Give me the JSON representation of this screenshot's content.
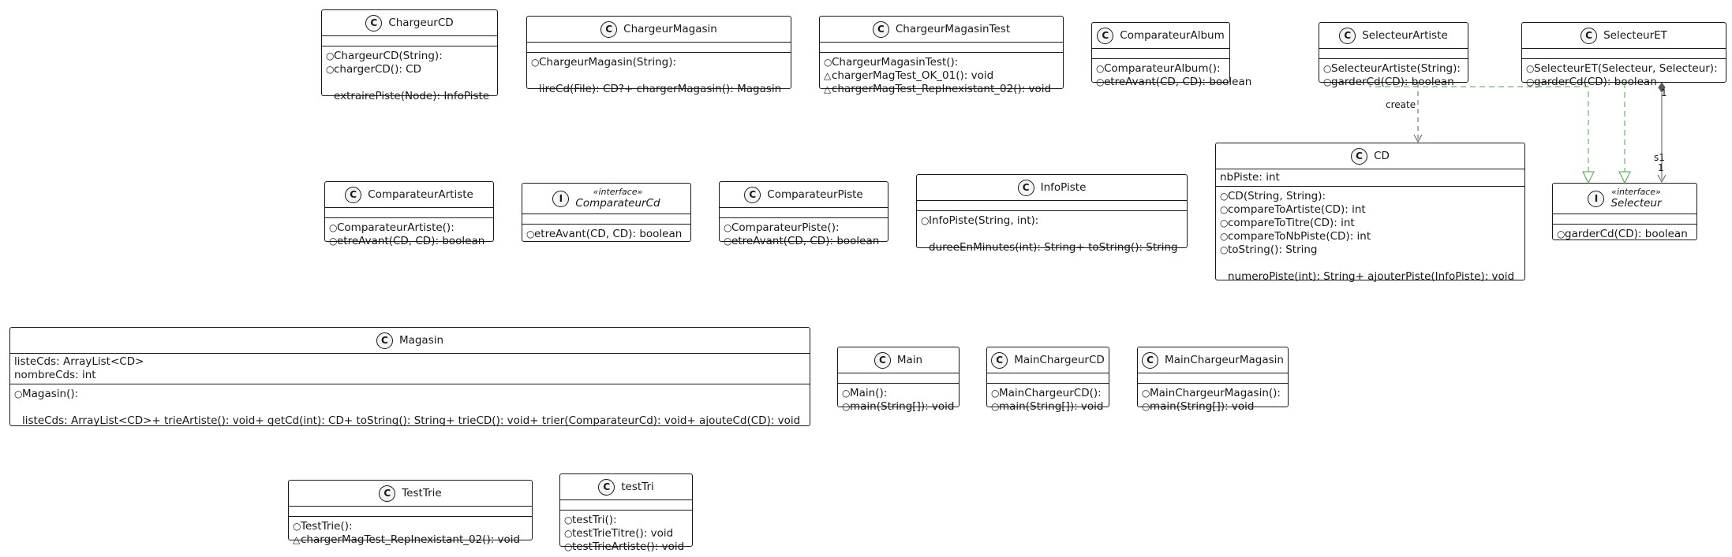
{
  "classes": {
    "chargeurCD": {
      "name": "ChargeurCD",
      "badge": "C",
      "methods": [
        {
          "vis": "○",
          "text": "ChargeurCD(String):"
        },
        {
          "vis": "○",
          "text": "chargerCD(): CD"
        },
        {
          "vis": "",
          "text": ""
        },
        {
          "vis": "",
          "text": "extrairePiste(Node): InfoPiste"
        }
      ]
    },
    "chargeurMagasin": {
      "name": "ChargeurMagasin",
      "badge": "C",
      "methods": [
        {
          "vis": "○",
          "text": "ChargeurMagasin(String):"
        },
        {
          "vis": "",
          "text": ""
        },
        {
          "vis": "",
          "text": "lireCd(File): CD?+ chargerMagasin(): Magasin"
        }
      ]
    },
    "chargeurMagasinTest": {
      "name": "ChargeurMagasinTest",
      "badge": "C",
      "methods": [
        {
          "vis": "○",
          "text": "ChargeurMagasinTest():"
        },
        {
          "vis": "△",
          "text": "chargerMagTest_OK_01(): void"
        },
        {
          "vis": "△",
          "text": "chargerMagTest_RepInexistant_02(): void"
        }
      ]
    },
    "comparateurAlbum": {
      "name": "ComparateurAlbum",
      "badge": "C",
      "methods": [
        {
          "vis": "○",
          "text": "ComparateurAlbum():"
        },
        {
          "vis": "○",
          "text": "etreAvant(CD, CD): boolean"
        }
      ]
    },
    "selecteurArtiste": {
      "name": "SelecteurArtiste",
      "badge": "C",
      "methods": [
        {
          "vis": "○",
          "text": "SelecteurArtiste(String):"
        },
        {
          "vis": "○",
          "text": "garderCd(CD): boolean"
        }
      ]
    },
    "selecteurET": {
      "name": "SelecteurET",
      "badge": "C",
      "methods": [
        {
          "vis": "○",
          "text": "SelecteurET(Selecteur, Selecteur):"
        },
        {
          "vis": "○",
          "text": "garderCd(CD): boolean"
        }
      ]
    },
    "cd": {
      "name": "CD",
      "badge": "C",
      "fields": [
        "nbPiste: int"
      ],
      "methods": [
        {
          "vis": "○",
          "text": "CD(String, String):"
        },
        {
          "vis": "○",
          "text": "compareToArtiste(CD): int"
        },
        {
          "vis": "○",
          "text": "compareToTitre(CD): int"
        },
        {
          "vis": "○",
          "text": "compareToNbPiste(CD): int"
        },
        {
          "vis": "○",
          "text": "toString(): String"
        },
        {
          "vis": "",
          "text": ""
        },
        {
          "vis": "",
          "text": "numeroPiste(int): String+ ajouterPiste(InfoPiste): void"
        }
      ]
    },
    "comparateurArtiste": {
      "name": "ComparateurArtiste",
      "badge": "C",
      "methods": [
        {
          "vis": "○",
          "text": "ComparateurArtiste():"
        },
        {
          "vis": "○",
          "text": "etreAvant(CD, CD): boolean"
        }
      ]
    },
    "comparateurCd": {
      "name": "ComparateurCd",
      "badge": "I",
      "stereotype": "«interface»",
      "methods": [
        {
          "vis": "○",
          "text": "etreAvant(CD, CD): boolean"
        }
      ]
    },
    "comparateurPiste": {
      "name": "ComparateurPiste",
      "badge": "C",
      "methods": [
        {
          "vis": "○",
          "text": "ComparateurPiste():"
        },
        {
          "vis": "○",
          "text": "etreAvant(CD, CD): boolean"
        }
      ]
    },
    "infoPiste": {
      "name": "InfoPiste",
      "badge": "C",
      "methods": [
        {
          "vis": "○",
          "text": "InfoPiste(String, int):"
        },
        {
          "vis": "",
          "text": ""
        },
        {
          "vis": "",
          "text": "dureeEnMinutes(int): String+ toString(): String"
        }
      ]
    },
    "selecteur": {
      "name": "Selecteur",
      "badge": "I",
      "stereotype": "«interface»",
      "methods": [
        {
          "vis": "○",
          "text": "garderCd(CD): boolean"
        }
      ]
    },
    "magasin": {
      "name": "Magasin",
      "badge": "C",
      "fields": [
        "listeCds: ArrayList<CD>",
        "nombreCds: int"
      ],
      "methods": [
        {
          "vis": "○",
          "text": "Magasin():"
        },
        {
          "vis": "",
          "text": ""
        },
        {
          "vis": "",
          "text": "listeCds: ArrayList<CD>+ trieArtiste(): void+ getCd(int): CD+ toString(): String+ trieCD(): void+ trier(ComparateurCd): void+ ajouteCd(CD): void"
        }
      ]
    },
    "main": {
      "name": "Main",
      "badge": "C",
      "methods": [
        {
          "vis": "○",
          "text": "Main():"
        },
        {
          "vis": "○",
          "text": "main(String[]): void"
        }
      ]
    },
    "mainChargeurCD": {
      "name": "MainChargeurCD",
      "badge": "C",
      "methods": [
        {
          "vis": "○",
          "text": "MainChargeurCD():"
        },
        {
          "vis": "○",
          "text": "main(String[]): void"
        }
      ]
    },
    "mainChargeurMagasin": {
      "name": "MainChargeurMagasin",
      "badge": "C",
      "methods": [
        {
          "vis": "○",
          "text": "MainChargeurMagasin():"
        },
        {
          "vis": "○",
          "text": "main(String[]): void"
        }
      ]
    },
    "testTrie": {
      "name": "TestTrie",
      "badge": "C",
      "methods": [
        {
          "vis": "○",
          "text": "TestTrie():"
        },
        {
          "vis": "△",
          "text": "chargerMagTest_RepInexistant_02(): void"
        }
      ]
    },
    "testTri": {
      "name": "testTri",
      "badge": "C",
      "methods": [
        {
          "vis": "○",
          "text": "testTri():"
        },
        {
          "vis": "○",
          "text": "testTrieTitre(): void"
        },
        {
          "vis": "○",
          "text": "testTrieArtiste(): void"
        }
      ]
    }
  },
  "edges": {
    "create_label": "create",
    "selecteurET_mult_top": "1",
    "selecteurET_role": "s1",
    "selecteurET_mult_bottom": "1"
  },
  "colors": {
    "line": "#181818",
    "realization": "#4ea34e",
    "dependency": "#595959",
    "badge_fill": "#f4f4f4"
  }
}
